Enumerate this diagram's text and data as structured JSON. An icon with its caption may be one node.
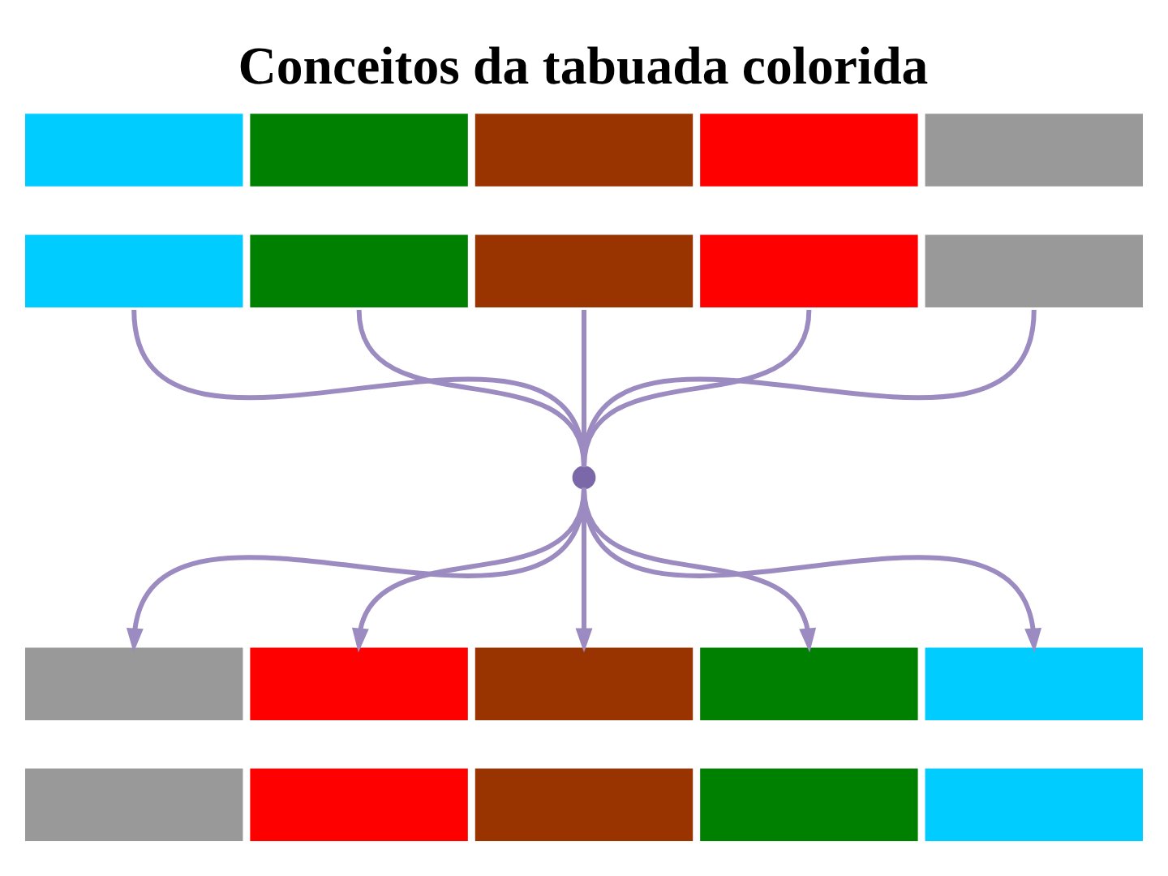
{
  "diagram": {
    "title": "Conceitos da tabuada colorida",
    "nodes": [
      {
        "text": [],
        "shape": "bar"
      },
      {
        "text": [],
        "shape": "bar"
      },
      {
        "text": [],
        "shape": "bar"
      },
      {
        "text": [],
        "shape": "bar"
      },
      {
        "text": [],
        "shape": "bar"
      },
      {
        "text": [],
        "shape": "circle"
      },
      {
        "text": [],
        "shape": "bar"
      },
      {
        "text": [],
        "shape": "bar"
      },
      {
        "text": [],
        "shape": "bar"
      },
      {
        "text": [],
        "shape": "bar"
      },
      {
        "text": [],
        "shape": "bar"
      }
    ],
    "edges": [
      {
        "from": 0,
        "to": 5,
        "arrow": "none"
      },
      {
        "from": 1,
        "to": 5,
        "arrow": "none"
      },
      {
        "from": 2,
        "to": 5,
        "arrow": "none"
      },
      {
        "from": 3,
        "to": 5,
        "arrow": "none"
      },
      {
        "from": 4,
        "to": 5,
        "arrow": "none"
      },
      {
        "from": 5,
        "to": 6,
        "arrow": "to"
      },
      {
        "from": 5,
        "to": 7,
        "arrow": "to"
      },
      {
        "from": 5,
        "to": 8,
        "arrow": "to"
      },
      {
        "from": 5,
        "to": 9,
        "arrow": "to"
      },
      {
        "from": 5,
        "to": 10,
        "arrow": "to"
      }
    ]
  }
}
